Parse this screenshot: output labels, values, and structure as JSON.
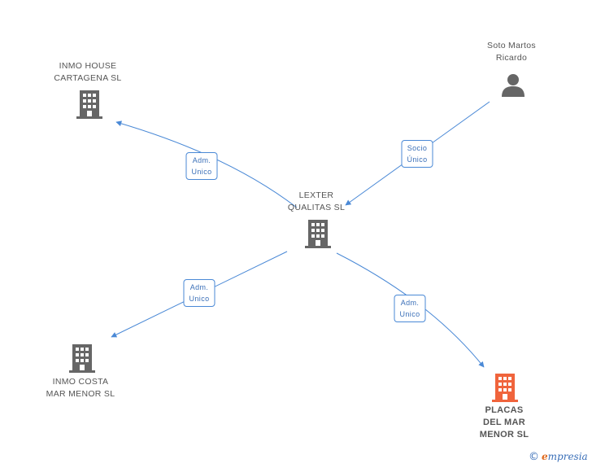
{
  "nodes": {
    "inmo_house": {
      "lines": [
        "INMO HOUSE",
        "CARTAGENA SL"
      ],
      "kind": "company",
      "color": "#666666"
    },
    "soto_martos": {
      "lines": [
        "Soto Martos",
        "Ricardo"
      ],
      "kind": "person",
      "color": "#666666"
    },
    "lexter": {
      "lines": [
        "LEXTER",
        "QUALITAS SL"
      ],
      "kind": "company",
      "color": "#666666"
    },
    "inmo_costa": {
      "lines": [
        "INMO COSTA",
        "MAR MENOR SL"
      ],
      "kind": "company",
      "color": "#666666"
    },
    "placas": {
      "lines": [
        "PLACAS",
        "DEL MAR",
        "MENOR SL"
      ],
      "kind": "company",
      "color": "#f0643c",
      "highlight": true
    }
  },
  "edges": {
    "lexter_to_inmo_house": {
      "lines": [
        "Adm.",
        "Unico"
      ]
    },
    "soto_to_lexter": {
      "lines": [
        "Socio",
        "Único"
      ]
    },
    "lexter_to_inmo_costa": {
      "lines": [
        "Adm.",
        "Unico"
      ]
    },
    "lexter_to_placas": {
      "lines": [
        "Adm.",
        "Unico"
      ]
    }
  },
  "colors": {
    "edge": "#4a89d6",
    "node": "#666666",
    "highlight": "#f0643c"
  },
  "footer": {
    "copyright": "©",
    "brand_initial": "e",
    "brand_rest": "mpresia"
  }
}
